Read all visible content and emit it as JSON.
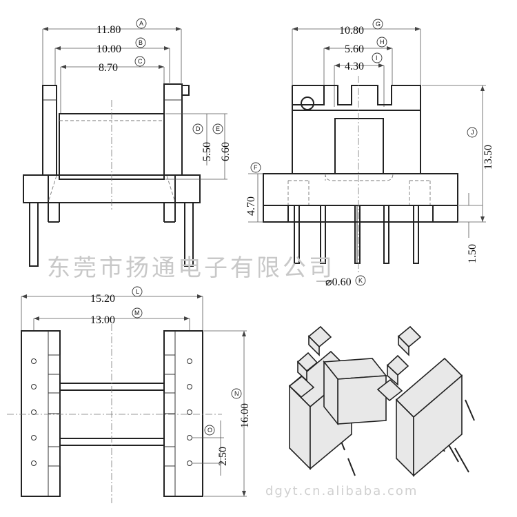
{
  "watermark": {
    "company": "东莞市扬通电子有限公司",
    "url": "dgyt.cn.alibaba.com"
  },
  "front_view": {
    "dims": [
      {
        "value": "11.80",
        "tag": "A"
      },
      {
        "value": "10.00",
        "tag": "B"
      },
      {
        "value": "8.70",
        "tag": "C"
      },
      {
        "value": "5.50",
        "tag": "D"
      },
      {
        "value": "6.60",
        "tag": "E"
      }
    ]
  },
  "side_view": {
    "dims": [
      {
        "value": "10.80",
        "tag": "G"
      },
      {
        "value": "5.60",
        "tag": "H"
      },
      {
        "value": "4.30",
        "tag": "I"
      },
      {
        "value": "13.50",
        "tag": "J"
      },
      {
        "value": "4.70",
        "tag": "F"
      },
      {
        "value": "1.50",
        "tag": ""
      },
      {
        "value": "⌀0.60",
        "tag": "K"
      }
    ]
  },
  "top_view": {
    "dims": [
      {
        "value": "15.20",
        "tag": "L"
      },
      {
        "value": "13.00",
        "tag": "M"
      },
      {
        "value": "16.00",
        "tag": "N"
      },
      {
        "value": "2.50",
        "tag": "O"
      }
    ]
  }
}
